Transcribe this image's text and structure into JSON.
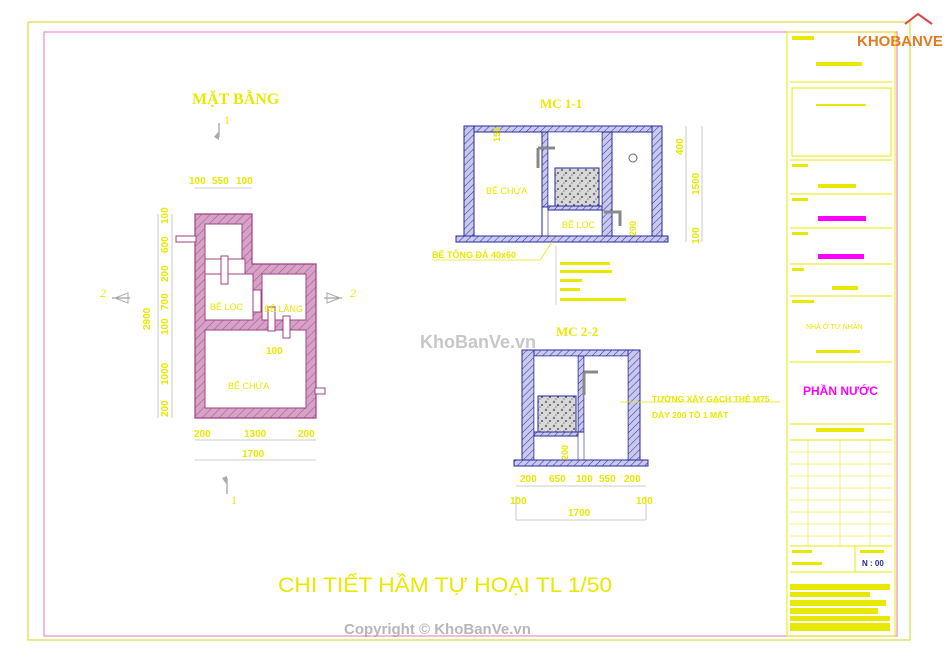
{
  "brand": {
    "logo_text": "KHOBANVE"
  },
  "colors": {
    "yellow": "#e8e800",
    "magenta": "#ff00ff",
    "blue": "#2a2a9a",
    "wall_fill": "#c9c9ee",
    "red": "#cc2222",
    "frame": "#dddd55",
    "inner_frame": "#ee88cc"
  },
  "plan": {
    "title": "MẶT BẰNG",
    "section_mark_top": "1",
    "section_mark_bottom": "1",
    "section_mark_left": "2",
    "section_mark_right": "2",
    "top_dims": [
      "100",
      "550",
      "100"
    ],
    "left_dims": [
      "100",
      "600",
      "200",
      "700",
      "100",
      "1000",
      "200"
    ],
    "total_height": "2900",
    "bottom_dims": [
      "200",
      "1300",
      "200"
    ],
    "total_width": "1700",
    "label_filter": "BỂ LỌC",
    "label_settle": "BỂ LẮNG",
    "label_storage": "BỂ CHỨA",
    "dim_100": "100"
  },
  "section11": {
    "title": "MC 1-1",
    "label_storage": "BỂ CHỨA",
    "label_filter": "BỂ LỌC",
    "dim_top": "150",
    "dim_right": [
      "400",
      "1500",
      "100"
    ],
    "dim_inner": "200",
    "base_label": "BÊ TÔNG ĐÁ 40x60"
  },
  "section22": {
    "title": "MC 2-2",
    "dim_inner": "200",
    "bottom_dims": [
      "200",
      "650",
      "100",
      "550",
      "200"
    ],
    "side_dims": [
      "100",
      "100"
    ],
    "total_width": "1700",
    "wall_note_1": "TƯỜNG XÂY GẠCH THẺ M75",
    "wall_note_2": "DÀY 200 TÔ 1 MẶT"
  },
  "main_title": "CHI TIẾT HẦM TỰ HOẠI TL 1/50",
  "watermark": "KhoBanVe.vn",
  "copyright": "Copyright © KhoBanVe.vn",
  "titleblock": {
    "owner": "NHÀ Ở TƯ NHÂN",
    "drawing_name": "PHẦN NƯỚC",
    "sheet": "N : 00"
  }
}
